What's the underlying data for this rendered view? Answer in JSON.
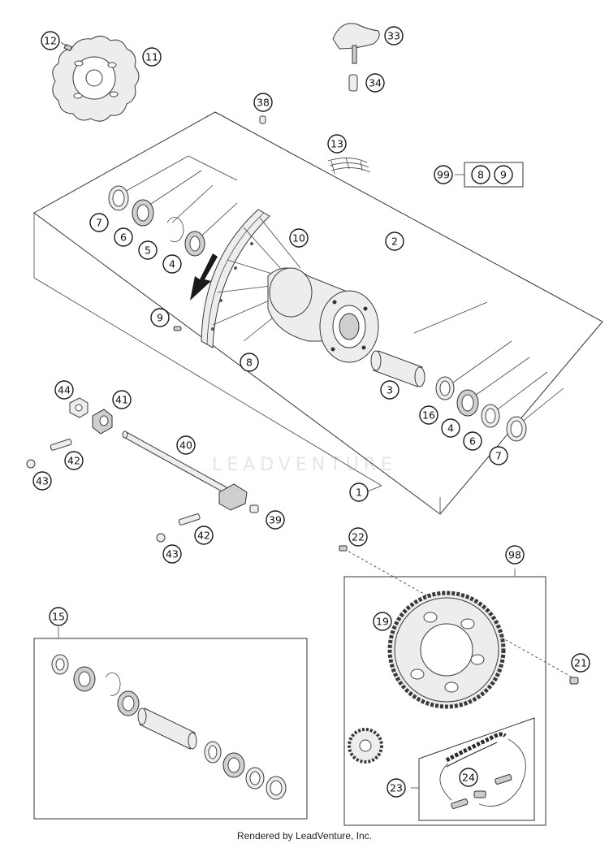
{
  "callouts": {
    "c1": "1",
    "c2": "2",
    "c3": "3",
    "c4a": "4",
    "c4b": "4",
    "c5": "5",
    "c6a": "6",
    "c6b": "6",
    "c7a": "7",
    "c7b": "7",
    "c8a": "8",
    "c8b": "8",
    "c9a": "9",
    "c9b": "9",
    "c10": "10",
    "c11": "11",
    "c12": "12",
    "c13": "13",
    "c15": "15",
    "c16": "16",
    "c19": "19",
    "c21": "21",
    "c22": "22",
    "c23": "23",
    "c24": "24",
    "c33": "33",
    "c34": "34",
    "c38": "38",
    "c39": "39",
    "c40": "40",
    "c41": "41",
    "c42a": "42",
    "c42b": "42",
    "c43a": "43",
    "c43b": "43",
    "c44": "44",
    "c98": "98",
    "c99": "99"
  },
  "watermark": "LEADVENTURE",
  "footer": "Rendered by LeadVenture, Inc."
}
